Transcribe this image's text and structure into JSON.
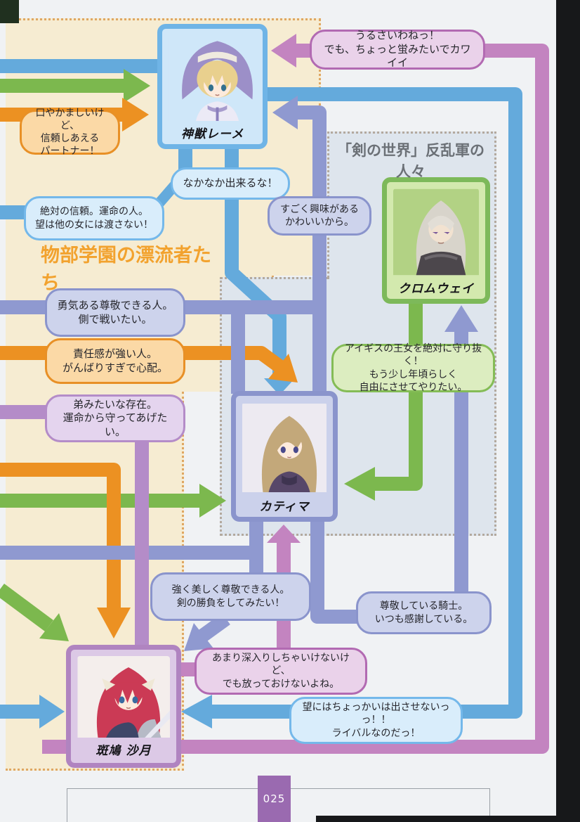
{
  "groups": {
    "monobe_title": "物部学園の漂流者たち",
    "rebels_title": "「剣の世界」反乱軍の人々"
  },
  "characters": [
    {
      "name": "神獣レーメ",
      "frame_color": "#6fb4e6"
    },
    {
      "name": "クロムウェイ",
      "frame_color": "#7db95a"
    },
    {
      "name": "カティマ",
      "frame_color": "#8a94cc"
    },
    {
      "name": "斑鳩 沙月",
      "frame_color": "#b084c0"
    }
  ],
  "bubbles": [
    {
      "text": "うるさいわねっ！\nでも、ちょっと蛍みたいでカワイイ",
      "color": "pink"
    },
    {
      "text": "口やかましいけど、\n信頼しあえる\nパートナー！",
      "color": "orange"
    },
    {
      "text": "なかなか出来るな！",
      "color": "blue"
    },
    {
      "text": "絶対の信頼。運命の人。\n望は他の女には渡さない！",
      "color": "blue"
    },
    {
      "text": "すごく興味がある\nかわいいから。",
      "color": "periwinkle"
    },
    {
      "text": "勇気ある尊敬できる人。\n側で戦いたい。",
      "color": "periwinkle"
    },
    {
      "text": "責任感が強い人。\nがんばりすぎで心配。",
      "color": "orange"
    },
    {
      "text": "アイギスの王女を絶対に守り抜く！\nもう少し年頃らしく\n自由にさせてやりたい。",
      "color": "green"
    },
    {
      "text": "弟みたいな存在。\n運命から守ってあげたい。",
      "color": "lavender"
    },
    {
      "text": "強く美しく尊敬できる人。\n剣の勝負をしてみたい！",
      "color": "periwinkle"
    },
    {
      "text": "尊敬している騎士。\nいつも感謝している。",
      "color": "periwinkle"
    },
    {
      "text": "あまり深入りしちゃいけないけど、\nでも放っておけないよね。",
      "color": "pink"
    },
    {
      "text": "望にはちょっかいは出させないっっ！！\nライバルなのだっ！",
      "color": "blue"
    }
  ],
  "palette": {
    "blue": "#64aadc",
    "green": "#7cb84e",
    "orange": "#ec9122",
    "periwinkle": "#8f99d0",
    "lavender": "#b48cc8",
    "pink": "#c384c0"
  },
  "footer": {
    "page_number": "025"
  }
}
